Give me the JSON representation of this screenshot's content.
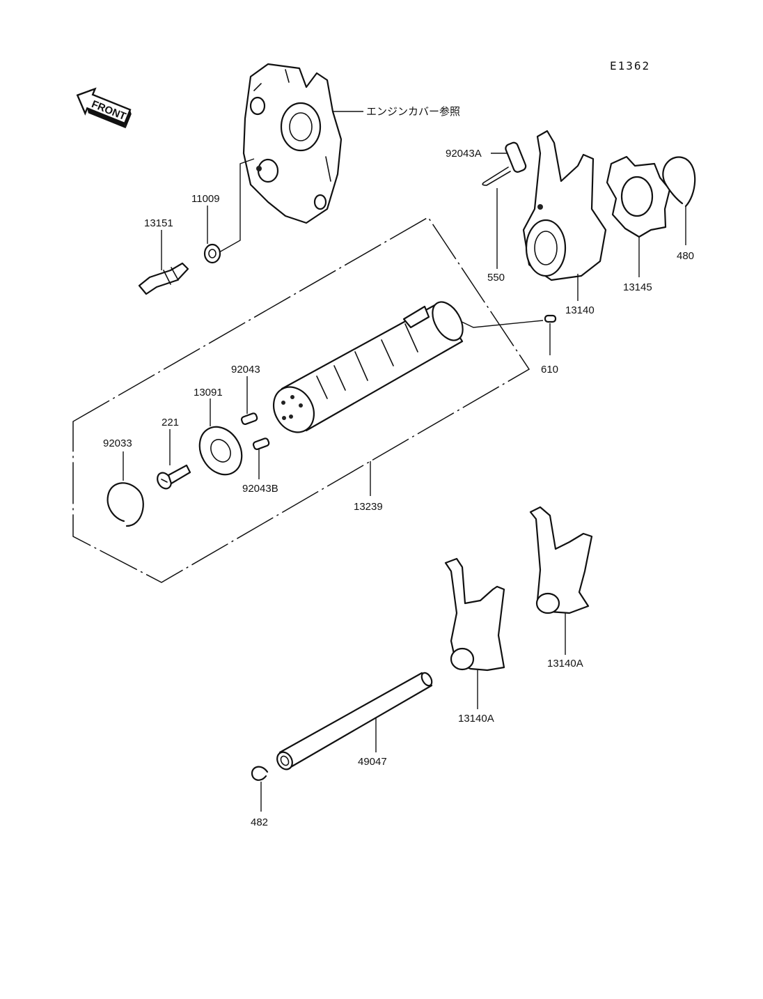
{
  "diagram_id": "E1362",
  "front_arrow_label": "FRONT",
  "engine_cover_note": "エンジンカバー参照",
  "parts": {
    "p11009": "11009",
    "p13151": "13151",
    "p92043A": "92043A",
    "p550": "550",
    "p13140": "13140",
    "p13145": "13145",
    "p480": "480",
    "p610": "610",
    "p92043": "92043",
    "p13091": "13091",
    "p221": "221",
    "p92033": "92033",
    "p92043B": "92043B",
    "p13239": "13239",
    "p13140A_right": "13140A",
    "p13140A_left": "13140A",
    "p49047": "49047",
    "p482": "482"
  }
}
